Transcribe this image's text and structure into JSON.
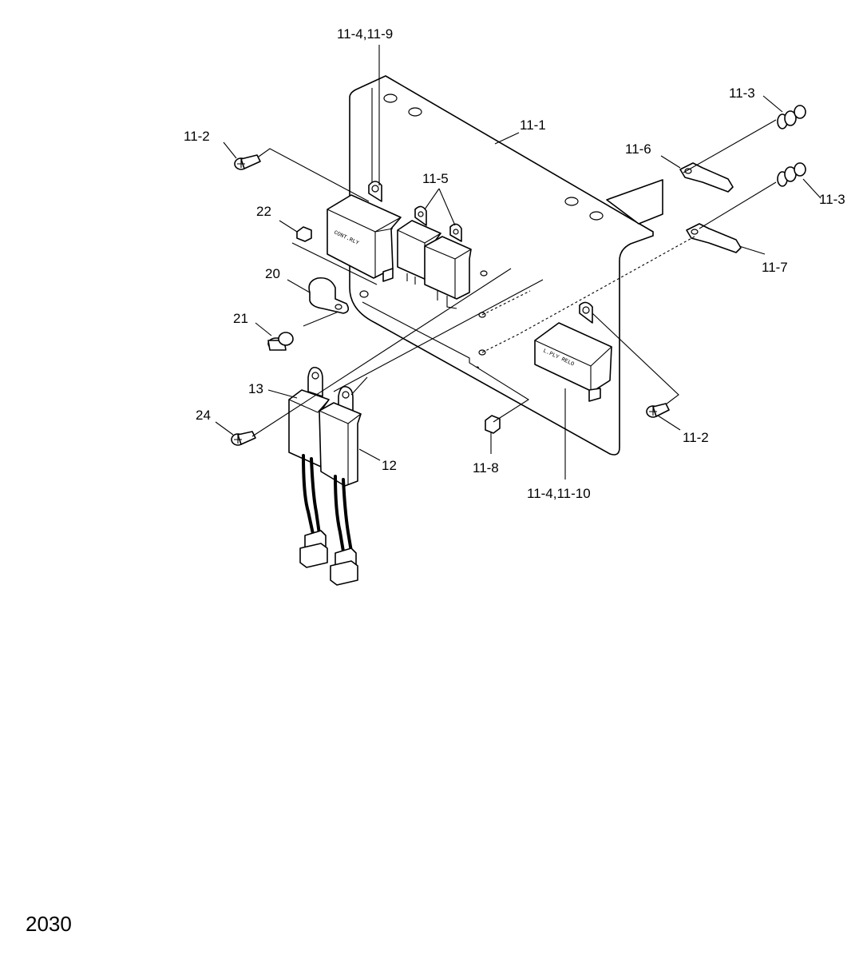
{
  "page_number": "2030",
  "callouts": [
    {
      "id": "c-11-4-11-9",
      "text": "11-4,11-9"
    },
    {
      "id": "c-11-1",
      "text": "11-1"
    },
    {
      "id": "c-11-2-top",
      "text": "11-2"
    },
    {
      "id": "c-11-3-top",
      "text": "11-3"
    },
    {
      "id": "c-11-6",
      "text": "11-6"
    },
    {
      "id": "c-11-3-bottom",
      "text": "11-3"
    },
    {
      "id": "c-11-5",
      "text": "11-5"
    },
    {
      "id": "c-22",
      "text": "22"
    },
    {
      "id": "c-11-7",
      "text": "11-7"
    },
    {
      "id": "c-20",
      "text": "20"
    },
    {
      "id": "c-21",
      "text": "21"
    },
    {
      "id": "c-13",
      "text": "13"
    },
    {
      "id": "c-24",
      "text": "24"
    },
    {
      "id": "c-12",
      "text": "12"
    },
    {
      "id": "c-11-2-bottom",
      "text": "11-2"
    },
    {
      "id": "c-11-8",
      "text": "11-8"
    },
    {
      "id": "c-11-4-11-10",
      "text": "11-4,11-10"
    }
  ]
}
